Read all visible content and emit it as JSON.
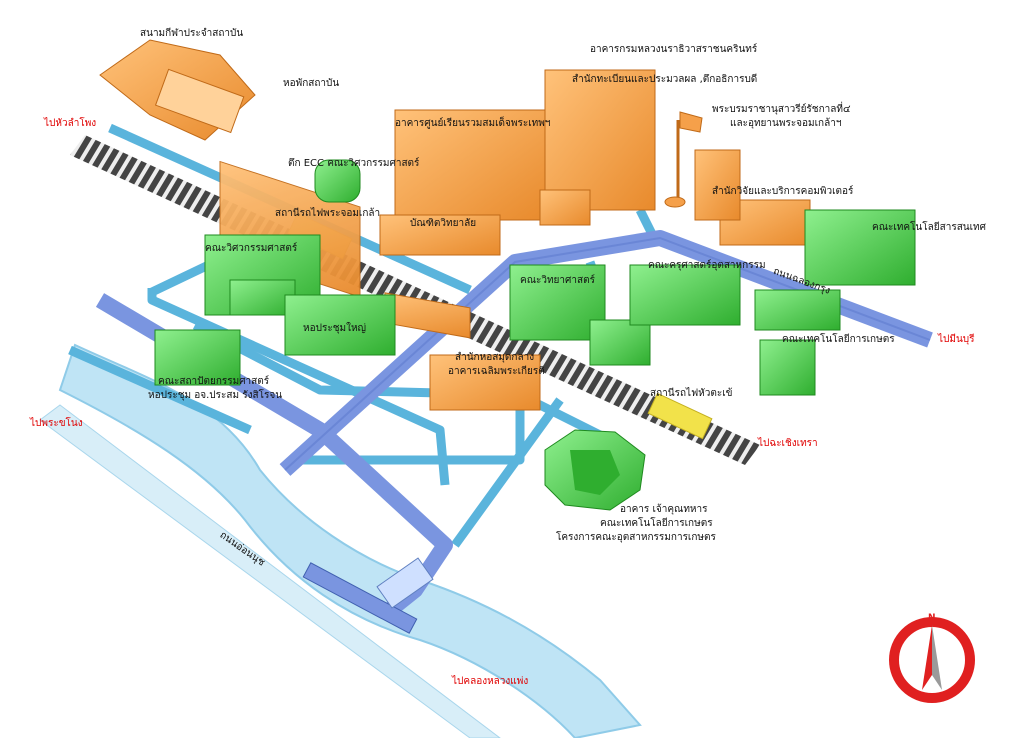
{
  "labels": {
    "stadium": "สนามกีฬาประจำสถาบัน",
    "dorm": "หอพักสถาบัน",
    "ecc": "ตึก ECC คณะวิศวกรรมศาสตร์",
    "convention_center": "อาคารศูนย์เรียนรวมสมเด็จพระเทพฯ",
    "hq_line1": "อาคารกรมหลวงนราธิวาสราชนครินทร์",
    "hq_line2": "สำนักทะเบียนและประมวลผล ,ตึกอธิการบดี",
    "monument_line1": "พระบรมราชานุสาวรีย์รัชกาลที่๔",
    "monument_line2": "และอุทยานพระจอมเกล้าฯ",
    "computer_center": "สำนักวิจัยและบริการคอมพิวเตอร์",
    "it_faculty": "คณะเทคโนโลยีสารสนเทศ",
    "train_station_1": "สถานีรถไฟพระจอมเกล้า",
    "graduate_school": "บัณฑิตวิทยาลัย",
    "engineering": "คณะวิศวกรรมศาสตร์",
    "science": "คณะวิทยาศาสตร์",
    "industrial_education": "คณะครุศาสตร์อุตสาหกรรม",
    "main_hall": "หอประชุมใหญ่",
    "agri_tech_1": "คณะเทคโนโลยีการเกษตร",
    "architecture_line1": "คณะสถาปัตยกรรมศาสตร์",
    "architecture_line2": "หอประชุม อจ.ประสม รังสิโรจน",
    "library_line1": "สำนักหอสมุดกลาง",
    "library_line2": "อาคารเฉลิมพระเกียรติ",
    "train_station_2": "สถานีรถไฟหัวตะเข้",
    "chao_khun_line1": "อาคาร เจ้าคุณทหาร",
    "chao_khun_line2": "คณะเทคโนโลยีการเกษตร",
    "chao_khun_line3": "โครงการคณะอุตสาหกรรมการเกษตร",
    "road_chalongkrung": "ถนนฉลองกรุง",
    "road_onnut": "ถนนอ่อนนุช"
  },
  "directions": {
    "to_hua_lamphong": "ไปหัวลำโพง",
    "to_min_buri": "ไปมีนบุรี",
    "to_phra_khanong": "ไปพระขโนง",
    "to_chachoengsao": "ไปฉะเชิงเทรา",
    "to_khlong_luang_phaeng": "ไปคลองหลวงแพ่ง"
  },
  "compass": {
    "north_label": "N",
    "ring_color": "#e02020"
  },
  "colors": {
    "building_orange": "#f5a04a",
    "building_green": "#4ccf4c",
    "road_blue": "#6e8fe0",
    "path_cyan": "#5ab4dc",
    "river": "#bfe4f5",
    "rail_yellow": "#f2e24a"
  }
}
